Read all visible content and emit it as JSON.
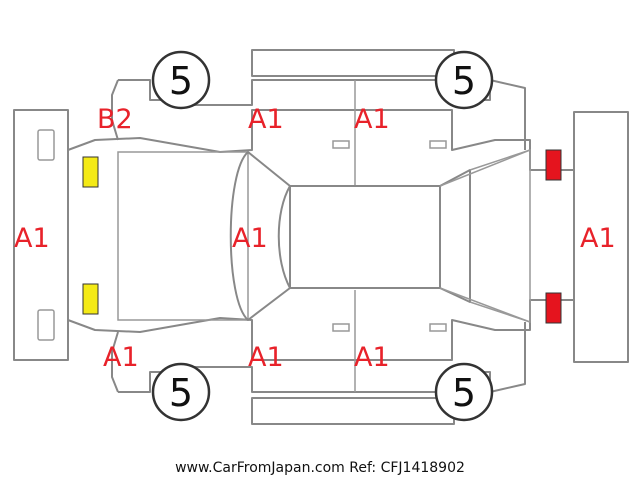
{
  "labels": {
    "rear_left_quarter": "B2",
    "rear_left_door": "A1",
    "front_left_door": "A1",
    "rear_bumper": "A1",
    "roof": "A1",
    "front_bumper": "A1",
    "rear_right_quarter": "A1",
    "rear_right_door": "A1",
    "front_right_door": "A1"
  },
  "tires": {
    "rear_left": "5",
    "front_left": "5",
    "rear_right": "5",
    "front_right": "5"
  },
  "lamps": {
    "rear_color": "#f4ea16",
    "front_color": "#e5141e"
  },
  "footer": "www.CarFromJapan.com Ref: CFJ1418902"
}
